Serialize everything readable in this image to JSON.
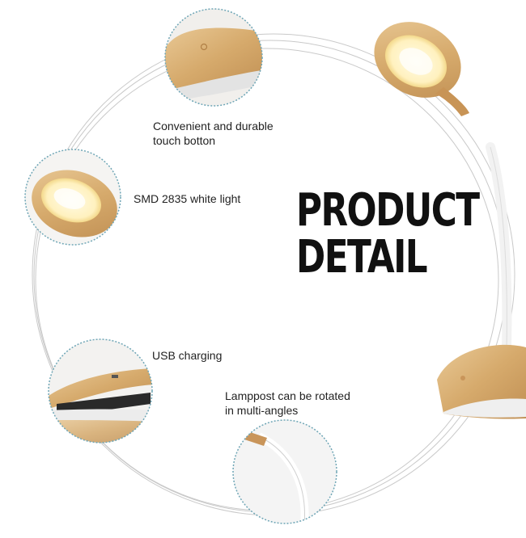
{
  "headline": {
    "line1": "PRODUCT",
    "line2": "DETAIL"
  },
  "features": [
    {
      "text": "Convenient and durable\ntouch botton",
      "icon": "touch-button-icon"
    },
    {
      "text": "SMD 2835 white light",
      "icon": "light-ring-icon"
    },
    {
      "text": "USB charging",
      "icon": "usb-port-icon"
    },
    {
      "text": "Lamppost can be rotated\nin multi-angles",
      "icon": "gooseneck-icon"
    }
  ],
  "colors": {
    "wood": "#d9b27a",
    "wood_dark": "#b98a4e",
    "ring_light": "#fff4c9",
    "circle_outline": "#6fa6b6",
    "orbit_lines": "#c9c9c9",
    "text": "#222222",
    "headline": "#111111"
  }
}
